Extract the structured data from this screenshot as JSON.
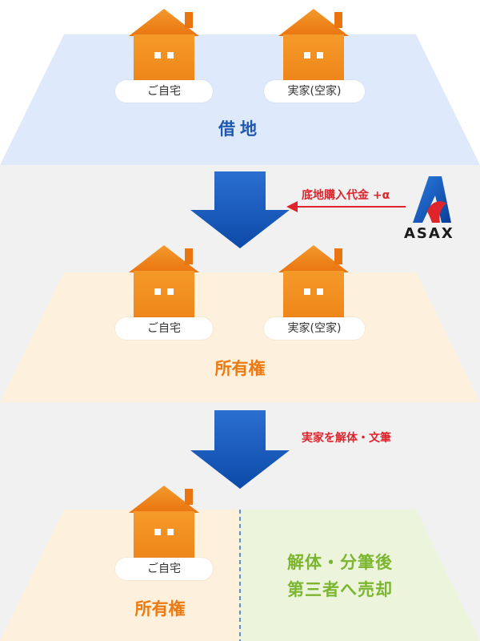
{
  "stage1": {
    "house1_label": "ご自宅",
    "house2_label": "実家(空家)",
    "land_label": "借地"
  },
  "transition1": {
    "note": "底地購入代金 +α",
    "company": "ASAX"
  },
  "stage2": {
    "house1_label": "ご自宅",
    "house2_label": "実家(空家)",
    "land_label": "所有権"
  },
  "transition2": {
    "note": "実家を解体・文筆"
  },
  "stage3": {
    "house1_label": "ご自宅",
    "land_label": "所有権",
    "right_line1": "解体・分筆後",
    "right_line2": "第三者へ売却"
  },
  "colors": {
    "blue_land": "#deeafb",
    "peach_land": "#fdf0dc",
    "green_land": "#ecf4dc",
    "house_orange": "#f08a1e",
    "arrow_blue": "#1a5ec0",
    "red": "#e0242c"
  }
}
